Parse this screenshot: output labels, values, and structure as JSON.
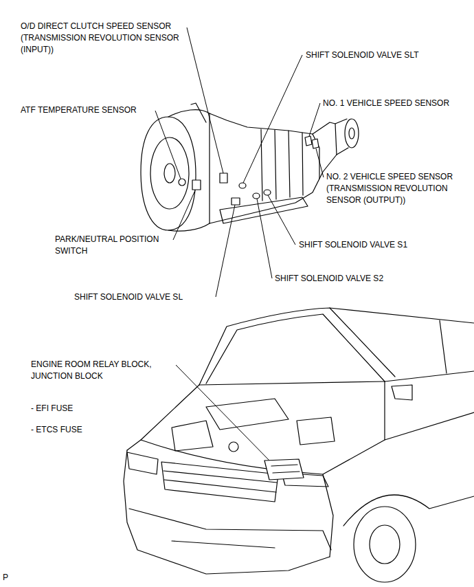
{
  "diagram": {
    "labels": [
      "O/D DIRECT CLUTCH SPEED SENSOR (TRANSMISSION REVOLUTION SENSOR (INPUT))",
      "SHIFT SOLENOID VALVE SLT",
      "NO. 1 VEHICLE SPEED SENSOR",
      "ATF TEMPERATURE SENSOR",
      "NO. 2 VEHICLE SPEED SENSOR (TRANSMISSION REVOLUTION SENSOR (OUTPUT))",
      "PARK/NEUTRAL POSITION SWITCH",
      "SHIFT SOLENOID VALVE S1",
      "SHIFT SOLENOID VALVE S2",
      "SHIFT SOLENOID VALVE SL",
      "ENGINE ROOM RELAY BLOCK, JUNCTION BLOCK",
      "- EFI FUSE",
      "- ETCS FUSE",
      "P"
    ]
  }
}
